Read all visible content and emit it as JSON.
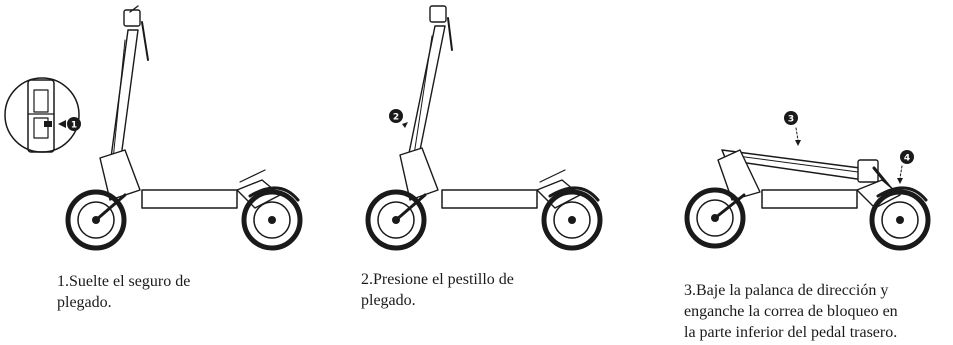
{
  "steps": [
    {
      "caption_line1": "1.Suelte el seguro de",
      "caption_line2": "plegado.",
      "callout": "1"
    },
    {
      "caption_line1": "2.Presione el pestillo de",
      "caption_line2": "plegado.",
      "callout": "2"
    },
    {
      "caption_line1": "3.Baje la palanca de dirección y",
      "caption_line2": "enganche la correa de bloqueo en",
      "caption_line3": "la parte inferior del pedal trasero.",
      "callout_a": "3",
      "callout_b": "4"
    }
  ]
}
